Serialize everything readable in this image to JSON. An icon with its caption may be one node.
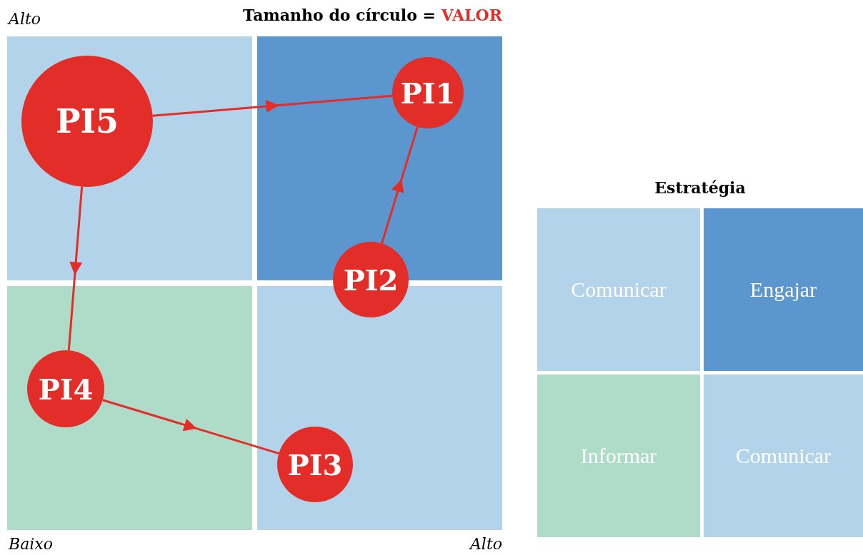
{
  "diagram": {
    "title": "Tamanho do círculo = VALOR",
    "nodes": [
      {
        "text": [
          "PI1"
        ]
      },
      {
        "text": [
          "PI5"
        ]
      },
      {
        "text": [
          "PI2"
        ]
      },
      {
        "text": [
          "PI4"
        ]
      },
      {
        "text": [
          "PI3"
        ]
      },
      {
        "text": [
          "Comunicar"
        ]
      },
      {
        "text": [
          "Engajar"
        ]
      },
      {
        "text": [
          "Informar"
        ]
      },
      {
        "text": [
          "Comunicar"
        ]
      }
    ],
    "edges": [
      {
        "from": 1,
        "to": 0,
        "arrow": "to"
      },
      {
        "from": 2,
        "to": 0,
        "arrow": "to"
      },
      {
        "from": 1,
        "to": 3,
        "arrow": "to"
      },
      {
        "from": 3,
        "to": 4,
        "arrow": "to"
      }
    ],
    "labels": [
      "Alto",
      "Estratégia",
      "Baixo",
      "Alto"
    ]
  }
}
